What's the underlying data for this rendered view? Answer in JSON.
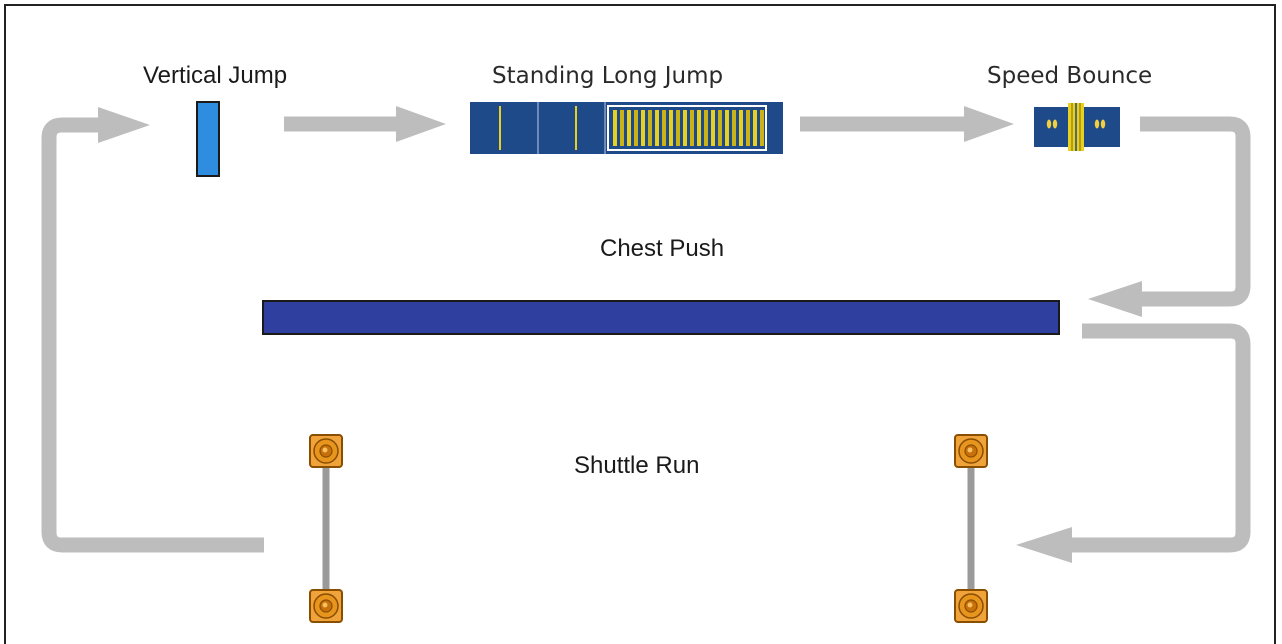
{
  "stations": {
    "vertical_jump": "Vertical Jump",
    "standing_long_jump": "Standing Long Jump",
    "speed_bounce": "Speed Bounce",
    "chest_push": "Chest Push",
    "shuttle_run": "Shuttle Run"
  },
  "colors": {
    "arrow": "#bfbfbf",
    "mat_blue": "#1e4a8a",
    "bar_blue": "#2f3f9f",
    "stripe_yellow": "#e8d020",
    "vertical_marker": "#2f8de0",
    "cone_orange": "#e8951e",
    "pole_gray": "#9a9a9a"
  }
}
